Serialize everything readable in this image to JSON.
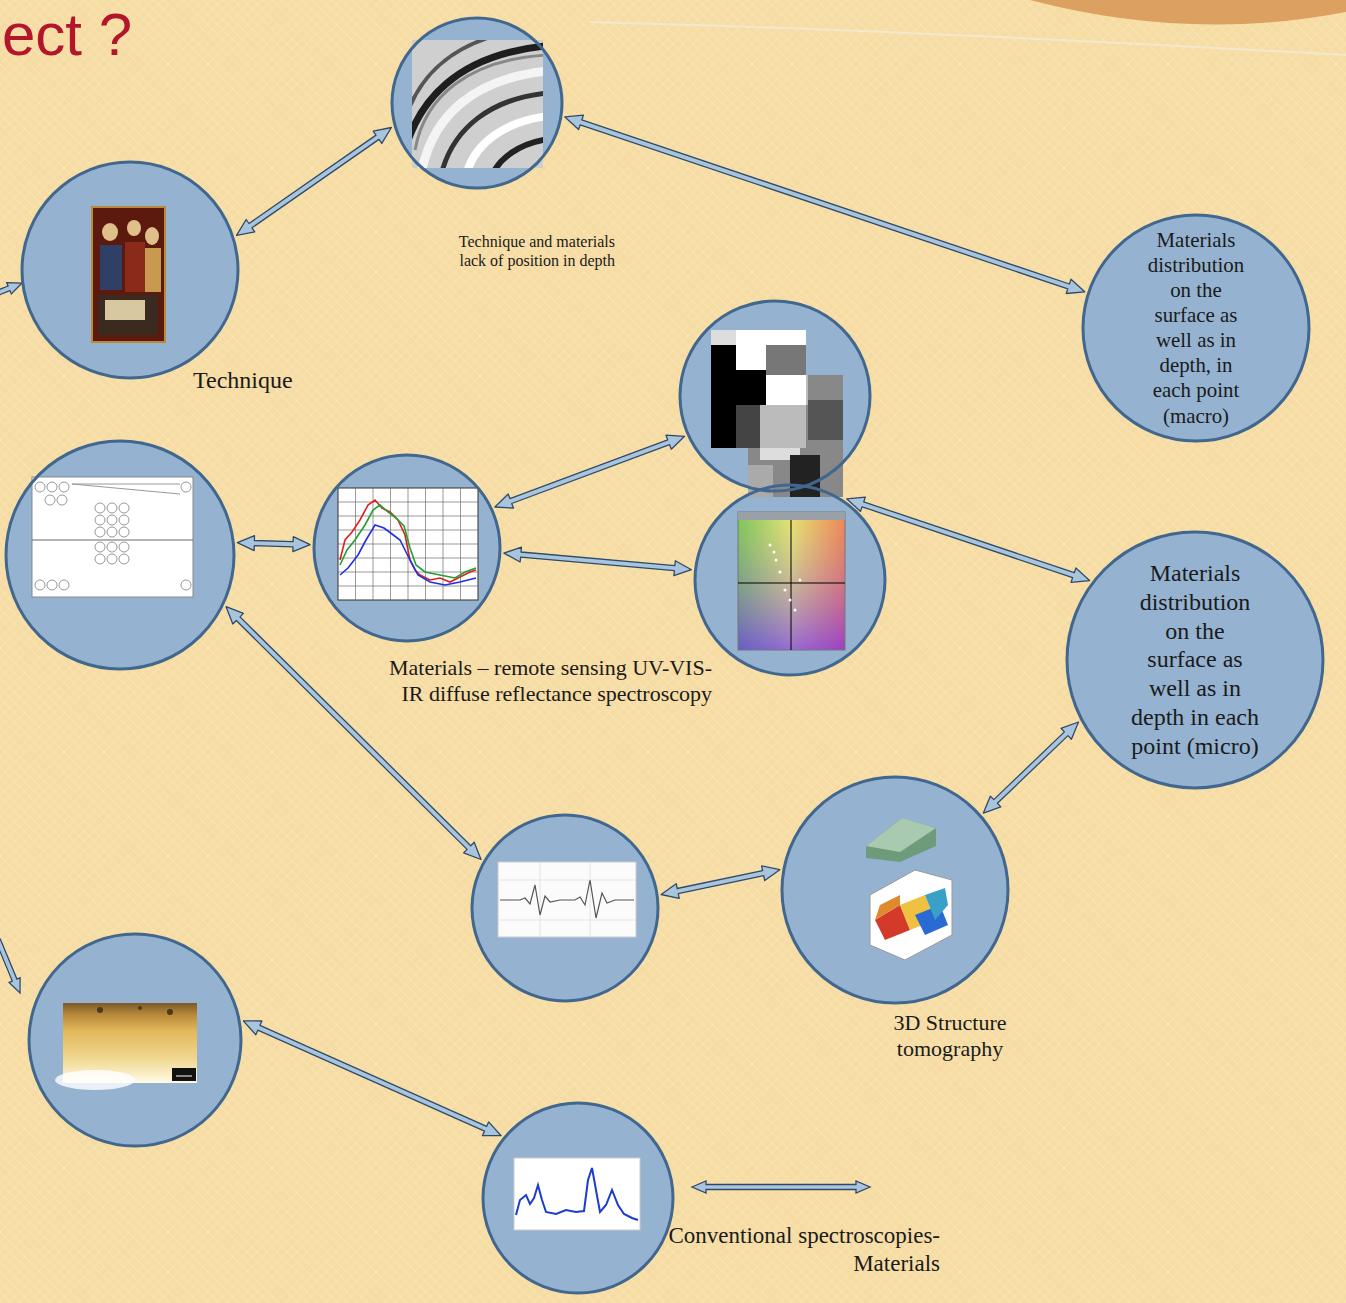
{
  "diagram": {
    "title": "ect ?",
    "nodes": [
      {
        "text": [
          "Technique and materials lack of position in depth"
        ]
      },
      {
        "text": [
          "Technique"
        ]
      },
      {
        "text": [
          "Materials distribution on the surface as well as in depth, in each point (macro)"
        ]
      },
      {
        "text": []
      },
      {
        "text": []
      },
      {
        "text": [
          "Materials – remote sensing UV-VIS-IR diffuse reflectance spectroscopy"
        ]
      },
      {
        "text": []
      },
      {
        "text": [
          "Materials distribution on the surface as well as in depth in each point (micro)"
        ]
      },
      {
        "text": []
      },
      {
        "text": [
          "3D Structure tomography"
        ]
      },
      {
        "text": []
      },
      {
        "text": [
          "Conventional spectroscopies- Materials"
        ]
      }
    ],
    "edges": [
      {
        "from": 1,
        "to": 0,
        "arrow": "both"
      },
      {
        "from": 0,
        "to": 2,
        "arrow": "both"
      },
      {
        "from": 4,
        "to": 5,
        "arrow": "both"
      },
      {
        "from": 5,
        "to": 3,
        "arrow": "both"
      },
      {
        "from": 5,
        "to": 6,
        "arrow": "both"
      },
      {
        "from": 6,
        "to": 7,
        "arrow": "both"
      },
      {
        "from": 4,
        "to": 8,
        "arrow": "both"
      },
      {
        "from": 8,
        "to": 9,
        "arrow": "both"
      },
      {
        "from": 9,
        "to": 7,
        "arrow": "both"
      },
      {
        "from": 10,
        "to": 11,
        "arrow": "both"
      }
    ]
  }
}
